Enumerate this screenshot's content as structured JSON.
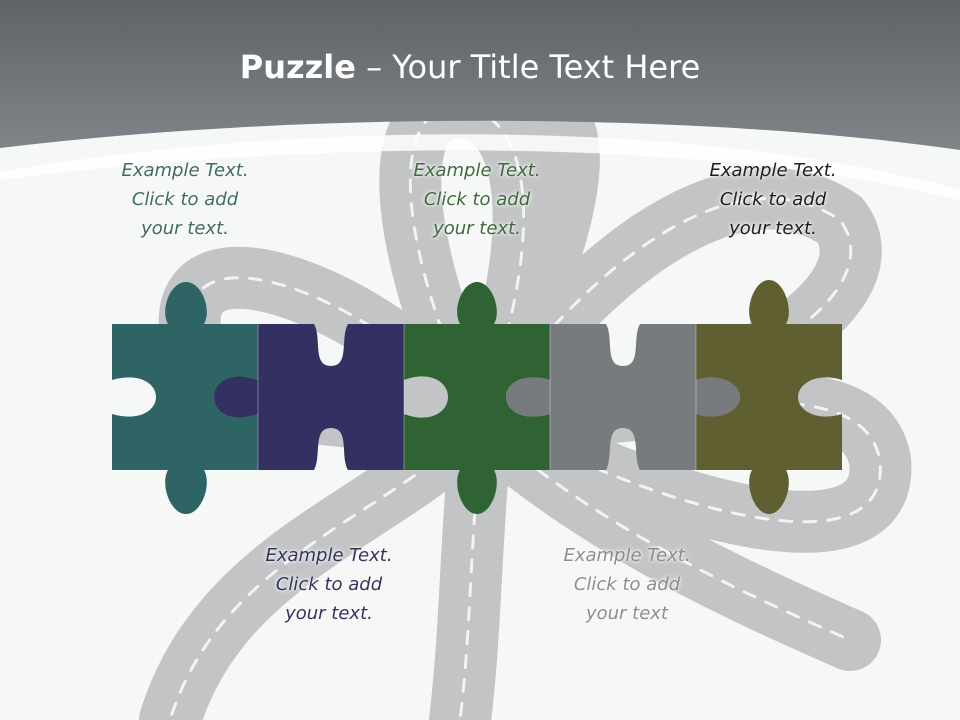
{
  "slide": {
    "title_bold": "Puzzle",
    "title_rest": " – Your Title Text Here"
  },
  "callouts": [
    {
      "text": "Example Text.\nClick  to add\nyour text.",
      "color": "#3e6b63"
    },
    {
      "text": "Example Text.\nClick  to add\nyour text.",
      "color": "#3d6b3d"
    },
    {
      "text": "Example Text.\n Click  to add\nyour text.",
      "color": "#1e1e1e"
    },
    {
      "text": "Example Text.\nClick  to add\nyour text.",
      "color": "#35335e"
    },
    {
      "text": "Example Text.\nClick  to add\nyour text",
      "color": "#8b8e91"
    }
  ],
  "pieces": [
    {
      "color": "#2f6464"
    },
    {
      "color": "#333162"
    },
    {
      "color": "#2f6333"
    },
    {
      "color": "#787b7e"
    },
    {
      "color": "#5f5f32"
    }
  ],
  "colors": {
    "header": "#6a6f73",
    "background": "#f6f7f7",
    "road": "#8f9294"
  }
}
